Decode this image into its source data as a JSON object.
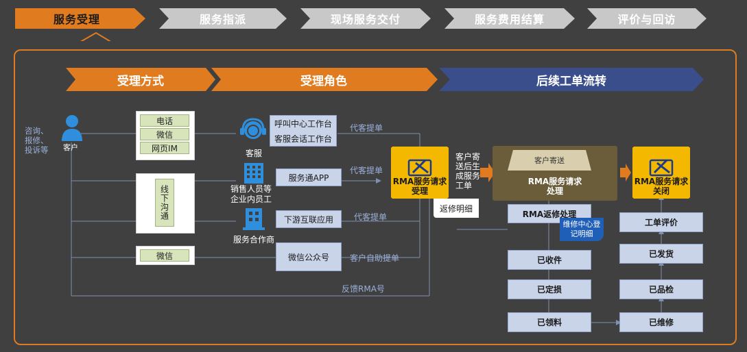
{
  "colors": {
    "bg": "#404040",
    "orange": "#e07b1f",
    "navy": "#3b4e8c",
    "gray_step": "#c8c8c8",
    "yellow": "#f5b800",
    "light_blue": "#c9d4e8",
    "green": "#d8e4bc",
    "line": "#7f8fb0"
  },
  "steps": [
    "服务受理",
    "服务指派",
    "现场服务交付",
    "服务费用结算",
    "评价与回访"
  ],
  "bands": {
    "method": "受理方式",
    "role": "受理角色",
    "flow": "后续工单流转"
  },
  "customer": {
    "label": "客户",
    "side_text": [
      "咨询、",
      "报修、",
      "投诉等"
    ],
    "icon": "person-icon"
  },
  "channels": {
    "group1": [
      "电话",
      "微信",
      "网页IM"
    ],
    "offline": "线下沟通",
    "wechat": "微信"
  },
  "roles": [
    {
      "label": "客服",
      "icon": "headset-agent-icon"
    },
    {
      "label": "销售人员等\n企业内员工",
      "icon": "office-building-icon"
    },
    {
      "label": "服务合作商",
      "icon": "partner-building-icon"
    }
  ],
  "workbenches": {
    "call_center": "呼叫中心工作台",
    "chat": "客服会话工作台",
    "app": "服务通APP",
    "downstream": "下游互联应用",
    "wechat_oa": "微信公众号"
  },
  "edge_labels": {
    "proxy1": "代客提单",
    "proxy2": "代客提单",
    "proxy3": "代客提单",
    "self": "客户自助提单",
    "feedback": "反馈RMA号",
    "ship_gen": "客户寄\n送后生\n成服务\n工单"
  },
  "rma": {
    "accept": "RMA服务请求\n受理",
    "process": "RMA服务请求\n处理",
    "close": "RMA服务请求\n关闭",
    "icon": "wrench-tools-icon"
  },
  "docs": {
    "return_detail": "返修明细",
    "repair_center": "维修中心登\n记明细",
    "customer_ship": "客户寄送"
  },
  "left_flow": [
    "RMA返修处理",
    "已收件",
    "已定损",
    "已领料"
  ],
  "right_flow": [
    "工单评价",
    "已发货",
    "已品检",
    "已维修"
  ]
}
